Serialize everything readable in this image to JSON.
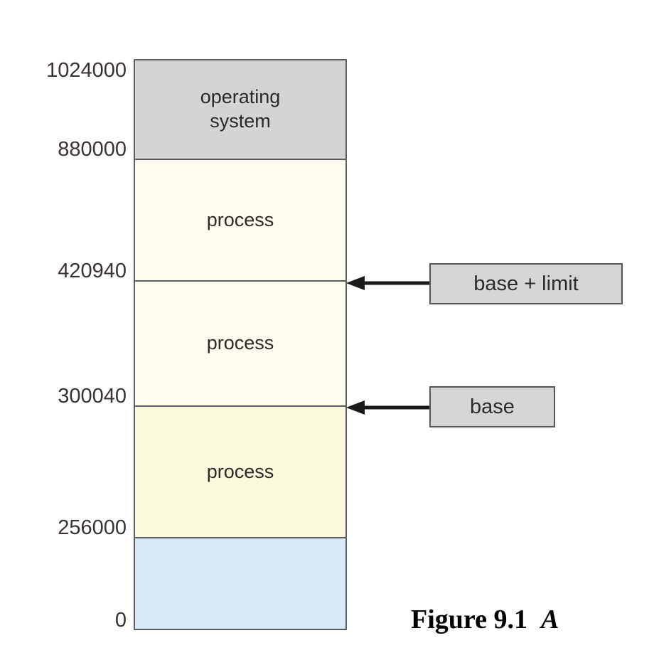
{
  "figure": {
    "caption_label": "Figure 9.1",
    "caption_text": "A",
    "colors": {
      "os_block": "#d4d4d4",
      "process_block": "#fdfcef",
      "process_block_alt": "#fbfade",
      "free_block": "#d7e9f7",
      "callout_fill": "#d6d6d6",
      "outline": "#5b5e63",
      "arrow": "#1a1a1a"
    }
  },
  "memory_map": {
    "blocks": [
      {
        "label": "operating\nsystem",
        "top_address": "1024000",
        "bottom_address": "880000",
        "fill": "os"
      },
      {
        "label": "process",
        "top_address": "880000",
        "bottom_address": "420940",
        "fill": "process"
      },
      {
        "label": "process",
        "top_address": "420940",
        "bottom_address": "300040",
        "fill": "process"
      },
      {
        "label": "process",
        "top_address": "300040",
        "bottom_address": "256000",
        "fill": "process-alt"
      },
      {
        "label": "",
        "top_address": "256000",
        "bottom_address": "0",
        "fill": "free"
      }
    ],
    "address_ticks": [
      "1024000",
      "880000",
      "420940",
      "300040",
      "256000",
      "0"
    ]
  },
  "callouts": [
    {
      "label": "base + limit",
      "points_to_address": "420940"
    },
    {
      "label": "base",
      "points_to_address": "300040"
    }
  ]
}
